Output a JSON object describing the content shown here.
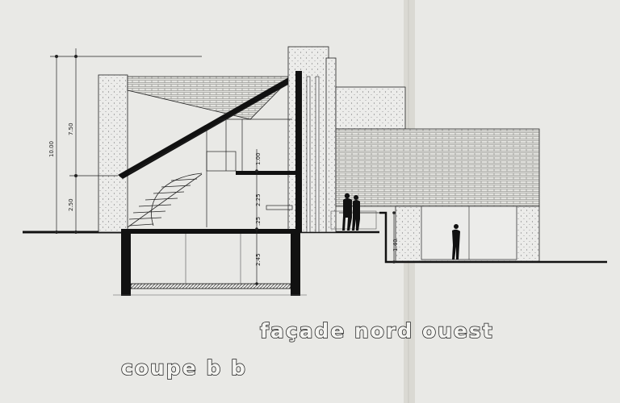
{
  "titles": {
    "facade": "façade nord ouest",
    "section": "coupe b b"
  },
  "dimensions": {
    "total_height": "10.00",
    "upper_height": "7.50",
    "lower_height": "2.50",
    "floor_slab": "1.00",
    "level_225": "2.25",
    "level_25": ".25",
    "basement": "2.45",
    "lower_terrace": "1.40"
  },
  "colors": {
    "paper": "#e9e9e6",
    "ink": "#1a1a1a",
    "fold_shadow": "#d6d5cf"
  }
}
